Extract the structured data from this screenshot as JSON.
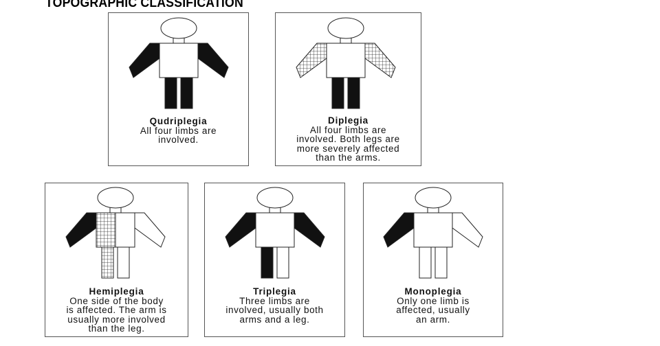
{
  "heading": "TOPOGRAPHIC CLASSIFICATION",
  "colors": {
    "affected": "#111111",
    "outline": "#222222",
    "frame": "#555555"
  },
  "cards": [
    {
      "key": "quadriplegia",
      "title": "Qudriplegia",
      "description": "All four limbs are\ninvolved.",
      "limbs": {
        "left_arm": "solid",
        "right_arm": "solid",
        "left_leg": "solid",
        "right_leg": "solid",
        "left_body": "none"
      }
    },
    {
      "key": "diplegia",
      "title": "Diplegia",
      "description": "All four limbs are\ninvolved.  Both legs are\nmore severely affected\nthan the arms.",
      "limbs": {
        "left_arm": "hatched",
        "right_arm": "hatched",
        "left_leg": "solid",
        "right_leg": "solid",
        "left_body": "none"
      }
    },
    {
      "key": "hemiplegia",
      "title": "Hemiplegia",
      "description": "One side of the body\nis affected.  The arm is\nusually more involved\nthan the leg.",
      "limbs": {
        "left_arm": "solid",
        "right_arm": "none",
        "left_leg": "hatched",
        "right_leg": "none",
        "left_body": "hatched"
      }
    },
    {
      "key": "triplegia",
      "title": "Triplegia",
      "description": "Three limbs are\ninvolved, usually both\narms and a leg.",
      "limbs": {
        "left_arm": "solid",
        "right_arm": "solid",
        "left_leg": "solid",
        "right_leg": "none",
        "left_body": "none"
      }
    },
    {
      "key": "monoplegia",
      "title": "Monoplegia",
      "description": "Only one limb is\naffected, usually\nan arm.",
      "limbs": {
        "left_arm": "solid",
        "right_arm": "none",
        "left_leg": "none",
        "right_leg": "none",
        "left_body": "none"
      }
    }
  ]
}
